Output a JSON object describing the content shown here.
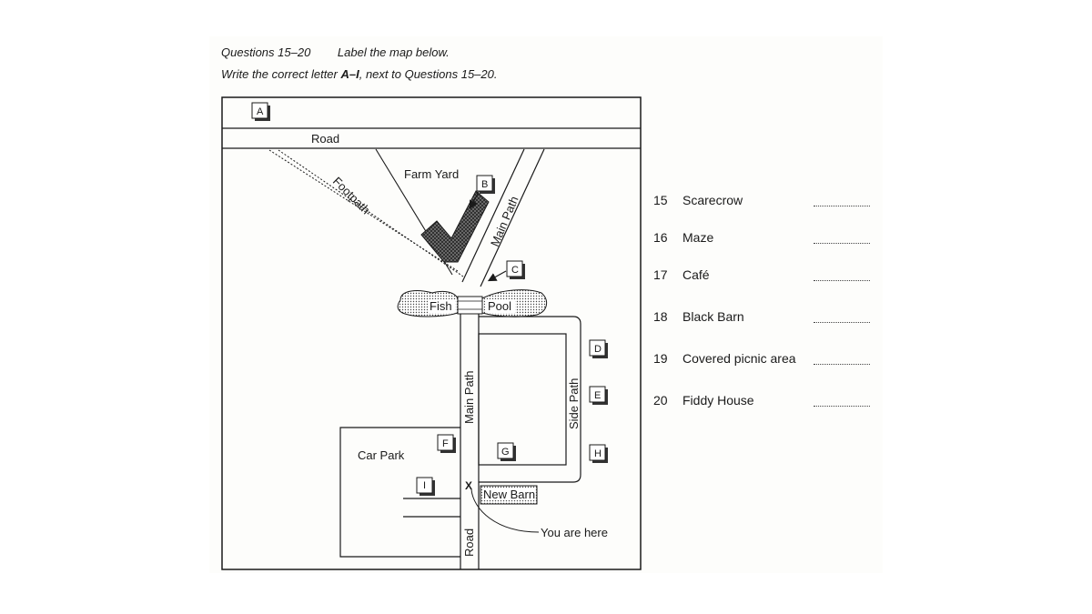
{
  "instructions": {
    "question_range": "Questions 15–20",
    "task": "Label the map below.",
    "line2_prefix": "Write the correct letter ",
    "line2_letters": "A–I",
    "line2_suffix": ", next to Questions 15–20."
  },
  "map": {
    "labels": {
      "road_top": "Road",
      "farm_yard": "Farm Yard",
      "footpath": "Footpath",
      "main_path_upper": "Main Path",
      "main_path_lower": "Main Path",
      "fish": "Fish",
      "pool": "Pool",
      "side_path": "Side Path",
      "car_park": "Car Park",
      "new_barn": "New Barn",
      "you_are_here": "You are here",
      "road_bottom": "Road",
      "x_mark": "X"
    },
    "letters": {
      "a": "A",
      "b": "B",
      "c": "C",
      "d": "D",
      "e": "E",
      "f": "F",
      "g": "G",
      "h": "H",
      "i": "I"
    }
  },
  "questions": [
    {
      "number": "15",
      "label": "Scarecrow"
    },
    {
      "number": "16",
      "label": "Maze"
    },
    {
      "number": "17",
      "label": "Café"
    },
    {
      "number": "18",
      "label": "Black Barn"
    },
    {
      "number": "19",
      "label": "Covered picnic area"
    },
    {
      "number": "20",
      "label": "Fiddy House"
    }
  ],
  "colors": {
    "ink": "#1a1a1a",
    "barn_fill": "#555555"
  }
}
